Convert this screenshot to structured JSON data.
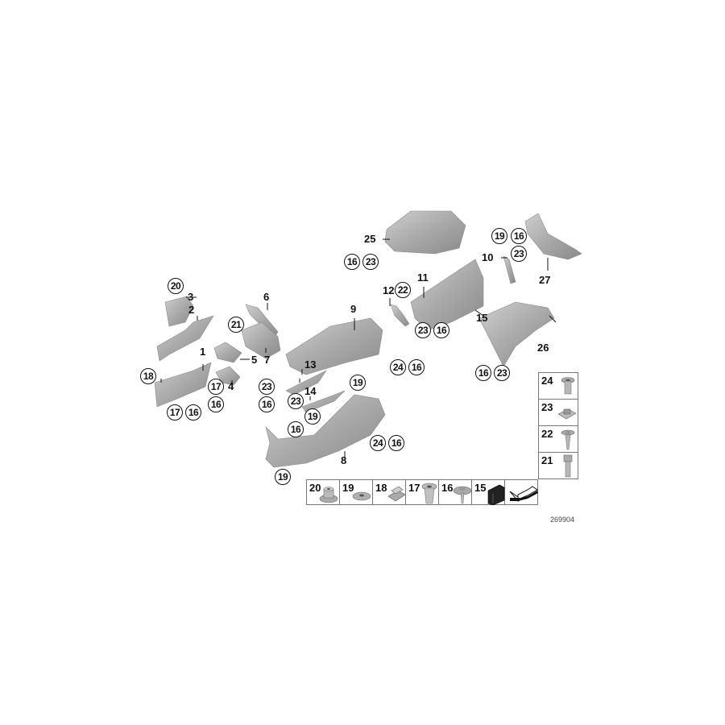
{
  "diagram": {
    "type": "exploded-parts-diagram",
    "subject": "Heat insulation / heat shields (underbody)",
    "colors": {
      "part_fill": "#b8b8b8",
      "part_dark": "#8e8e8e",
      "line": "#111111",
      "background": "#ffffff"
    },
    "part_callouts": [
      {
        "id": "1",
        "label": "1"
      },
      {
        "id": "2",
        "label": "2"
      },
      {
        "id": "3",
        "label": "3"
      },
      {
        "id": "4",
        "label": "4"
      },
      {
        "id": "5",
        "label": "5"
      },
      {
        "id": "6",
        "label": "6"
      },
      {
        "id": "7",
        "label": "7"
      },
      {
        "id": "8",
        "label": "8"
      },
      {
        "id": "9",
        "label": "9"
      },
      {
        "id": "10",
        "label": "10"
      },
      {
        "id": "11",
        "label": "11"
      },
      {
        "id": "12",
        "label": "12"
      },
      {
        "id": "13",
        "label": "13"
      },
      {
        "id": "14",
        "label": "14"
      },
      {
        "id": "15",
        "label": "15"
      },
      {
        "id": "25",
        "label": "25"
      },
      {
        "id": "26",
        "label": "26"
      },
      {
        "id": "27",
        "label": "27"
      }
    ],
    "hardware_callouts": [
      {
        "label": "20"
      },
      {
        "label": "18"
      },
      {
        "label": "17"
      },
      {
        "label": "16"
      },
      {
        "label": "17"
      },
      {
        "label": "16"
      },
      {
        "label": "21"
      },
      {
        "label": "23"
      },
      {
        "label": "16"
      },
      {
        "label": "23"
      },
      {
        "label": "16"
      },
      {
        "label": "19"
      },
      {
        "label": "19"
      },
      {
        "label": "24"
      },
      {
        "label": "16"
      },
      {
        "label": "19"
      },
      {
        "label": "16"
      },
      {
        "label": "23"
      },
      {
        "label": "12"
      },
      {
        "label": "22"
      },
      {
        "label": "23"
      },
      {
        "label": "16"
      },
      {
        "label": "24"
      },
      {
        "label": "16"
      },
      {
        "label": "19"
      },
      {
        "label": "16"
      },
      {
        "label": "23"
      },
      {
        "label": "16"
      },
      {
        "label": "23"
      }
    ],
    "hardware_table_row": [
      {
        "num": "20",
        "icon": "flange-nut-icon"
      },
      {
        "num": "19",
        "icon": "washer-nut-icon"
      },
      {
        "num": "18",
        "icon": "spring-clip-icon"
      },
      {
        "num": "17",
        "icon": "expanding-nut-icon"
      },
      {
        "num": "16",
        "icon": "screw-washer-icon"
      },
      {
        "num": "15",
        "icon": "edge-protector-icon"
      },
      {
        "num": "",
        "icon": "direction-arrow-icon"
      }
    ],
    "hardware_table_column": [
      {
        "num": "24",
        "icon": "rivet-nut-icon"
      },
      {
        "num": "23",
        "icon": "clip-nut-icon"
      },
      {
        "num": "22",
        "icon": "self-tapping-screw-icon"
      },
      {
        "num": "21",
        "icon": "hex-bolt-icon"
      }
    ],
    "diagram_code": "269904"
  }
}
